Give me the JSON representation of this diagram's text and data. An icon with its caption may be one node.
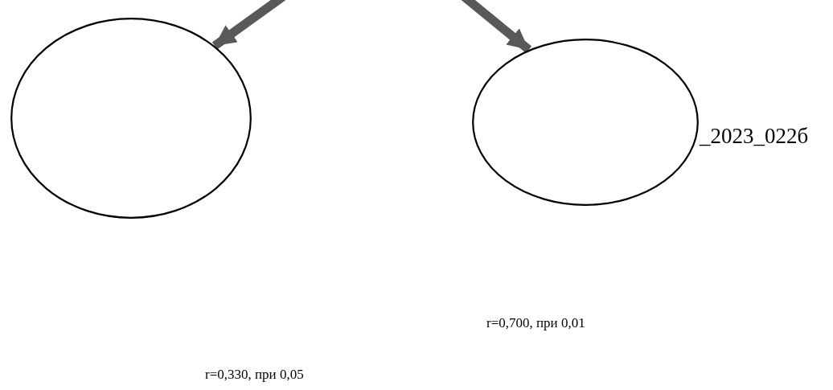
{
  "diagram": {
    "nodes": [
      {
        "text": [],
        "shape": "ellipse"
      },
      {
        "text": [],
        "shape": "ellipse"
      }
    ],
    "edges": [
      {
        "from": null,
        "to": 0,
        "arrow": "to"
      },
      {
        "from": null,
        "to": 1,
        "arrow": "to"
      }
    ],
    "labels": [
      "_2023_022б",
      "r=0,700, при 0,01",
      "r=0,330, при 0,05"
    ]
  }
}
